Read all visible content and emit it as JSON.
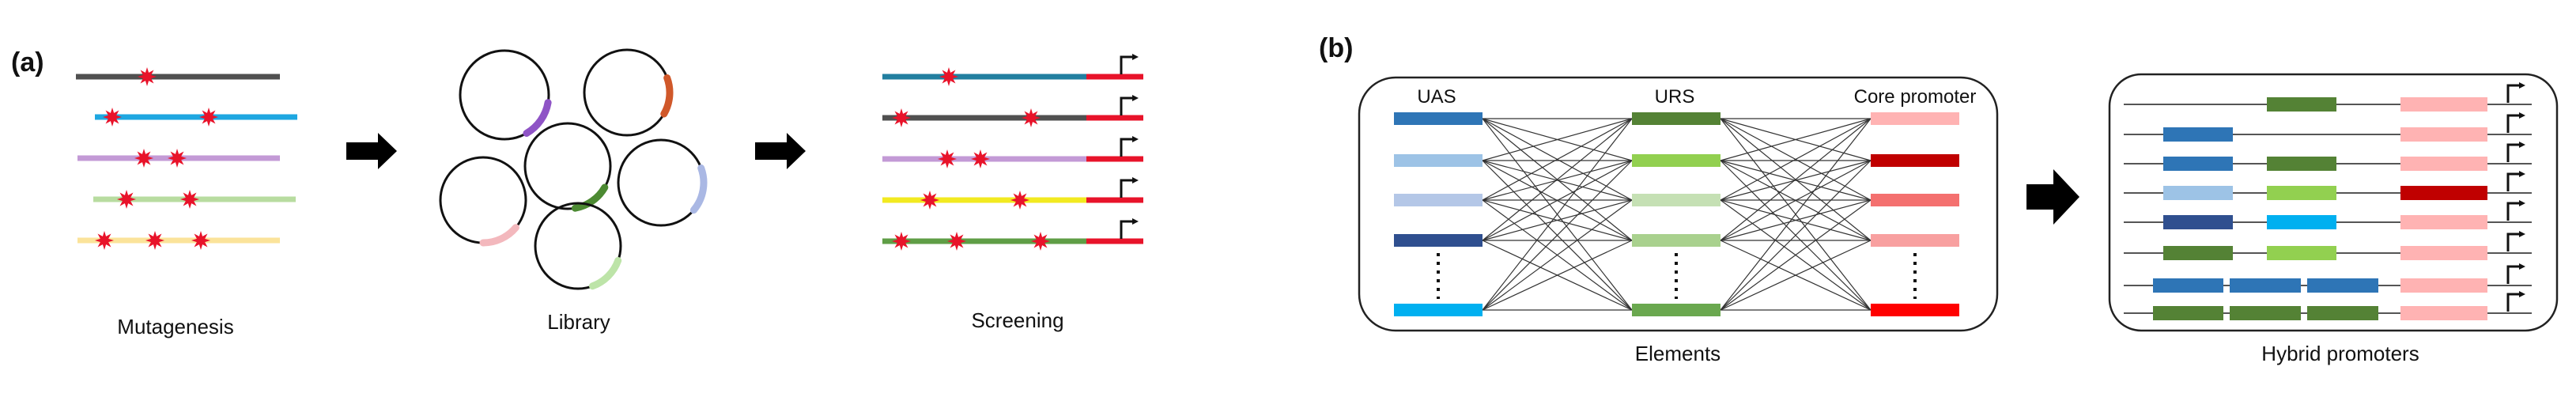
{
  "panel_a": {
    "label": "(a)",
    "steps": [
      {
        "caption": "Mutagenesis"
      },
      {
        "caption": "Library"
      },
      {
        "caption": "Screening"
      }
    ],
    "mutagenesis_lines": [
      {
        "color": "#505050",
        "mutations": 1
      },
      {
        "color": "#1ea7e1",
        "mutations": 2
      },
      {
        "color": "#c39ad6",
        "mutations": 2
      },
      {
        "color": "#b8dca0",
        "mutations": 2
      },
      {
        "color": "#fbe39a",
        "mutations": 3
      }
    ],
    "plasmid_insert_colors": [
      "#8f54c6",
      "#d0582a",
      "#4c8a32",
      "#f3b8bd",
      "#aab8e4",
      "#bde4a8"
    ],
    "screening_lines": [
      {
        "color": "#227fa0",
        "mutations": 1
      },
      {
        "color": "#505050",
        "mutations": 2
      },
      {
        "color": "#c39ad6",
        "mutations": 2
      },
      {
        "color": "#f2ea20",
        "mutations": 2
      },
      {
        "color": "#5f9e46",
        "mutations": 3
      }
    ],
    "mutation_color": "#e8132a",
    "promoter_color": "#e8132a"
  },
  "panel_b": {
    "label": "(b)",
    "elements_box": {
      "caption": "Elements",
      "columns": [
        {
          "heading": "UAS",
          "bars": [
            "#2e75b6",
            "#9dc3e6",
            "#b4c7e7",
            "#2f4f8f",
            "#00b0f0"
          ]
        },
        {
          "heading": "URS",
          "bars": [
            "#548235",
            "#92d050",
            "#c5e0b4",
            "#a9d18e",
            "#6aa84f"
          ]
        },
        {
          "heading": "Core promoter",
          "bars": [
            "#ffb3b3",
            "#c00000",
            "#f4706f",
            "#f8a0a0",
            "#ff0000"
          ]
        }
      ]
    },
    "hybrid_box": {
      "caption": "Hybrid promoters",
      "rows": [
        [
          "",
          "#548235",
          "#ffb3b3"
        ],
        [
          "#2e75b6",
          "",
          "#ffb3b3"
        ],
        [
          "#2e75b6",
          "#548235",
          "#ffb3b3"
        ],
        [
          "#9dc3e6",
          "#92d050",
          "#c00000"
        ],
        [
          "#2f4f8f",
          "#00b0f0",
          "#ffb3b3"
        ],
        [
          "#548235",
          "#92d050",
          "#ffb3b3"
        ],
        [
          "#2e75b6",
          "#2e75b6",
          "#2e75b6",
          "#ffb3b3"
        ],
        [
          "#548235",
          "#548235",
          "#548235",
          "#ffb3b3"
        ]
      ]
    }
  }
}
